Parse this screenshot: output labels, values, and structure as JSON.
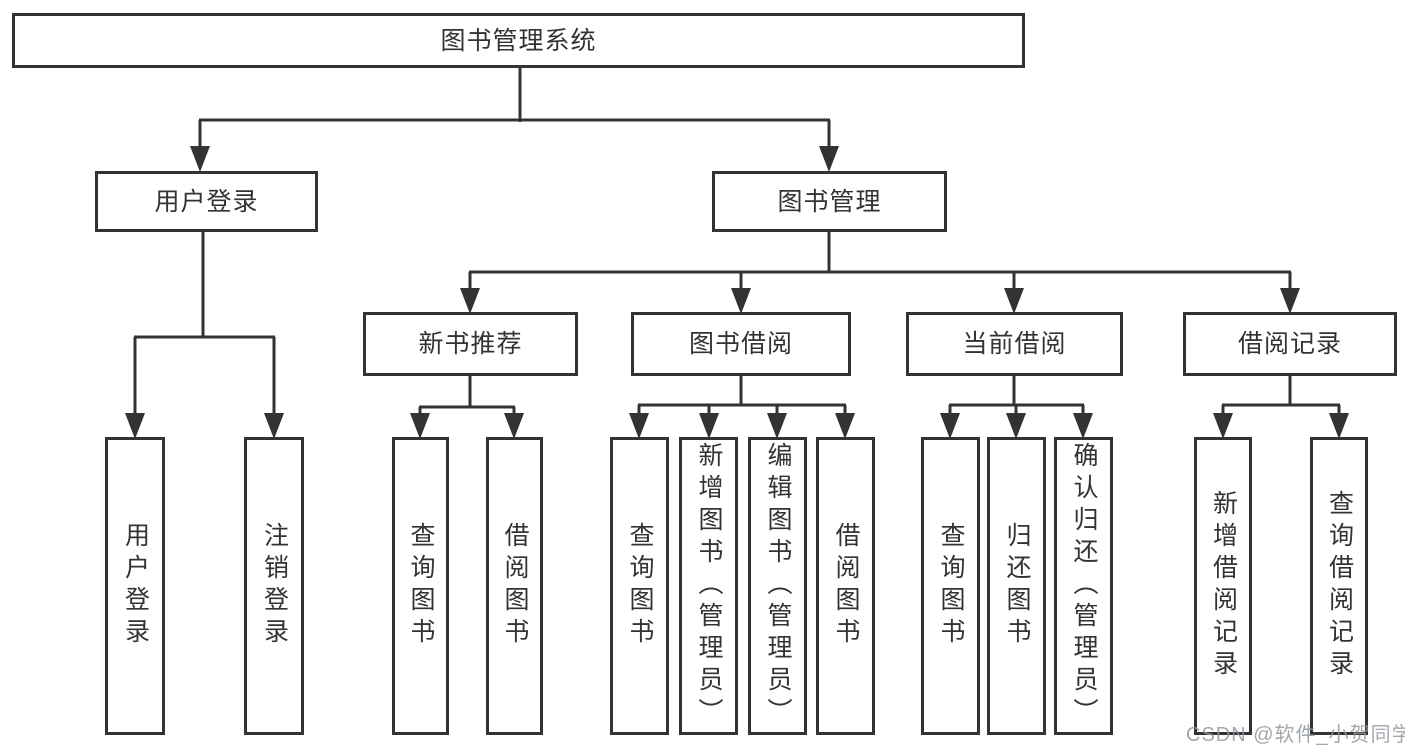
{
  "tree": {
    "root": {
      "label": "图书管理系统"
    },
    "level2": [
      {
        "id": "user-login",
        "label": "用户登录"
      },
      {
        "id": "book-management",
        "label": "图书管理"
      }
    ],
    "level3": [
      {
        "id": "new-book-recommend",
        "label": "新书推荐"
      },
      {
        "id": "book-borrow",
        "label": "图书借阅"
      },
      {
        "id": "current-borrow",
        "label": "当前借阅"
      },
      {
        "id": "borrow-record",
        "label": "借阅记录"
      }
    ],
    "leaves": [
      {
        "parent": "user-login",
        "label": "用户登录"
      },
      {
        "parent": "user-login",
        "label": "注销登录"
      },
      {
        "parent": "new-book-recommend",
        "label": "查询图书"
      },
      {
        "parent": "new-book-recommend",
        "label": "借阅图书"
      },
      {
        "parent": "book-borrow",
        "label": "查询图书"
      },
      {
        "parent": "book-borrow",
        "label": "新增图书（管理员）"
      },
      {
        "parent": "book-borrow",
        "label": "编辑图书（管理员）"
      },
      {
        "parent": "book-borrow",
        "label": "借阅图书"
      },
      {
        "parent": "current-borrow",
        "label": "查询图书"
      },
      {
        "parent": "current-borrow",
        "label": "归还图书"
      },
      {
        "parent": "current-borrow",
        "label": "确认归还（管理员）"
      },
      {
        "parent": "borrow-record",
        "label": "新增借阅记录"
      },
      {
        "parent": "borrow-record",
        "label": "查询借阅记录"
      }
    ]
  },
  "colors": {
    "line": "#333333",
    "box_border": "#333333",
    "text": "#333333",
    "background": "#ffffff",
    "watermark": "#929aa0"
  },
  "watermark": {
    "text": "CSDN @软件_小贺同学"
  }
}
